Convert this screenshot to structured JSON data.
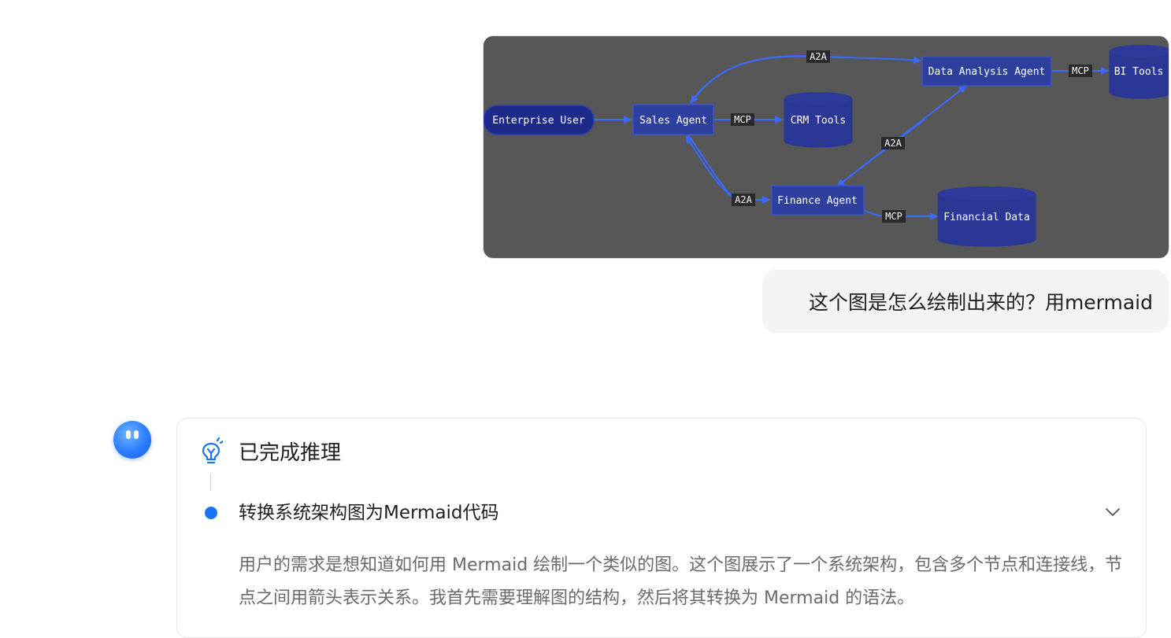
{
  "diagram": {
    "nodes": {
      "enterprise_user": "Enterprise User",
      "sales_agent": "Sales Agent",
      "crm_tools": "CRM Tools",
      "data_analysis_agent": "Data Analysis Agent",
      "bi_tools": "BI Tools",
      "finance_agent": "Finance Agent",
      "financial_data": "Financial Data"
    },
    "edge_labels": {
      "sales_to_data": "A2A",
      "sales_to_crm": "MCP",
      "data_to_bi": "MCP",
      "finance_to_data": "A2A",
      "sales_to_finance": "A2A",
      "finance_to_financial": "MCP"
    },
    "colors": {
      "background": "#575757",
      "node_fill": "#2f3f9e",
      "node_stroke": "#3d55c8",
      "edge": "#3a6bff",
      "label_bg": "#2a2a2a"
    }
  },
  "question": {
    "text": "这个图是怎么绘制出来的？用mermaid"
  },
  "answer": {
    "status_title": "已完成推理",
    "step_title": "转换系统架构图为Mermaid代码",
    "body": "用户的需求是想知道如何用 Mermaid 绘制一个类似的图。这个图展示了一个系统架构，包含多个节点和连接线，节点之间用箭头表示关系。我首先需要理解图的结构，然后将其转换为 Mermaid 的语法。",
    "accent_color": "#1a73f5"
  },
  "icons": {
    "status": "lightbulb-icon",
    "expand": "chevron-down-icon",
    "avatar": "assistant-avatar"
  }
}
